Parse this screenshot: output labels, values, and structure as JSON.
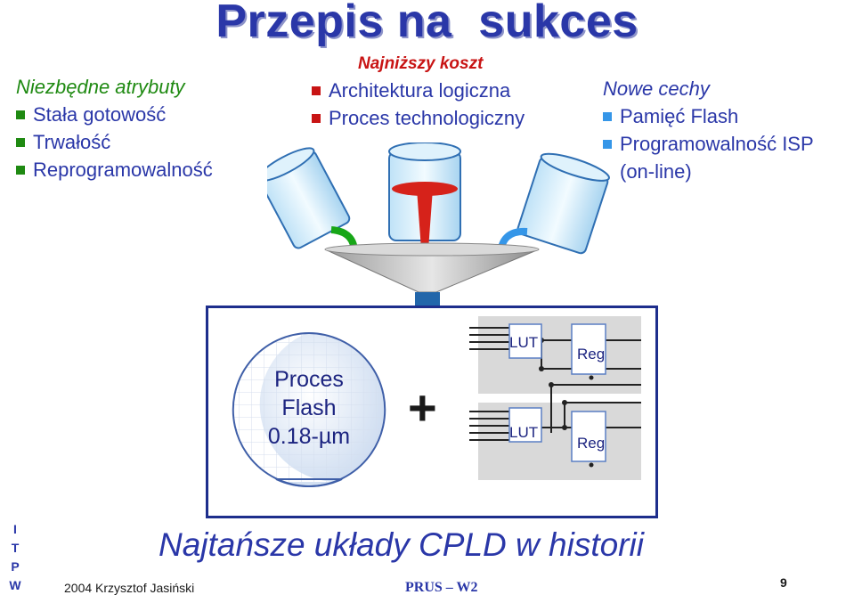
{
  "title": "Przepis na  sukces",
  "left": {
    "heading": "Niezbędne atrybuty",
    "items": [
      "Stała gotowość",
      "Trwałość",
      "Reprogramowalność"
    ]
  },
  "center": {
    "heading": "Najniższy koszt",
    "items": [
      "Architektura logiczna",
      "Proces technologiczny"
    ]
  },
  "right": {
    "heading": "Nowe cechy",
    "items": [
      "Pamięć Flash",
      "Programowalność ISP",
      "(on-line)"
    ]
  },
  "wafer": {
    "line1": "Proces",
    "line2": "Flash",
    "line3": "0.18-µm"
  },
  "plus": "+",
  "logic": {
    "lut1": "LUT",
    "reg1": "Reg",
    "lut2": "LUT",
    "reg2": "Reg"
  },
  "footer": {
    "tagline": "Najtańsze układy CPLD w historii",
    "itpw": [
      "I",
      "T",
      "P",
      "W"
    ],
    "author": "2004  Krzysztof Jasiński",
    "course": "PRUS – W2",
    "page": "9"
  },
  "colors": {
    "title": "#2a37a8",
    "green": "#1f8a12",
    "red": "#c81414",
    "blue": "#3596e8"
  }
}
